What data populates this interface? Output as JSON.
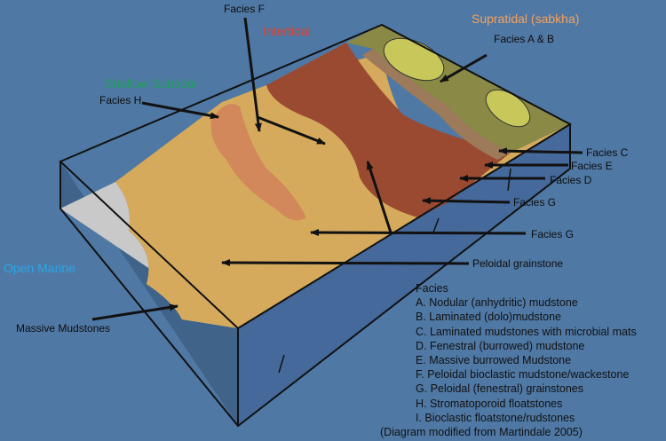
{
  "zones": {
    "supratidal": "Supratidal (sabkha)",
    "intertidal": "Intertidal",
    "shallow_subtidal": "Shallow Subtidal",
    "open_marine": "Open Marine"
  },
  "labels": {
    "facies_f": "Facies F",
    "facies_ab": "Facies A & B",
    "facies_h": "Facies H",
    "facies_c": "Facies C",
    "facies_e": "Facies E",
    "facies_d": "Facies D",
    "facies_g_1": "Facies G",
    "facies_g_2": "Facies G",
    "peloidal_grainstone": "Peloidal grainstone",
    "massive_mudstones": "Massive Mudstones"
  },
  "legend": {
    "title": "Facies",
    "items": [
      "A. Nodular (anhydritic) mudstone",
      "B. Laminated (dolo)mudstone",
      "C. Laminated mudstones with microbial mats",
      "D. Fenestral (burrowed) mudstone",
      "E. Massive burrowed Mudstone",
      "F. Peloidal bioclastic mudstone/wackestone",
      "G. Peloidal (fenestral) grainstones",
      "H. Stromatoporoid floatstones",
      "I. Bioclastic floatstone/rudstones"
    ],
    "credit": "(Diagram modified from Martindale 2005)"
  },
  "colors": {
    "background": "#4f78a4",
    "supratidal_text": "#f5a25a",
    "intertidal_text": "#e0402a",
    "subtidal_text": "#1fa05a",
    "open_marine_text": "#2aa8e8",
    "grainstone_fill": "#d6aa5c",
    "mudstone_fill": "#c9c9c9",
    "intertidal_fill": "#9a4a30",
    "sabkha_fill": "#8a8a46",
    "laminated_fill": "#9c7a5a",
    "nodule_fill": "#c8c85a",
    "stromatoporoid_fill": "#d2885a"
  }
}
